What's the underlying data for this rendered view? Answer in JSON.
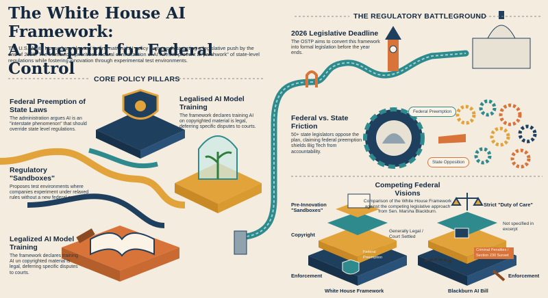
{
  "title_line1": "The White House AI Framework:",
  "title_line2": "A Blueprint for Federal Control",
  "intro": "The U.S. White House has released its first national AI policy framework, targeting a legislative push by the end of 2026. The framework prioritizes federal centralization of AI rules to prevent a \"patchwork\" of state-level regulations while fostering innovation through experimental test environments.",
  "core_header": "CORE POLICY PILLARS",
  "battleground_header": "THE REGULATORY BATTLEGROUND",
  "pillars": {
    "preemption": {
      "title": "Federal Preemption of State Laws",
      "body": "The administration argues AI is an \"interstate phenomenon\" that should override state level regulations."
    },
    "training_top": {
      "title": "Legalised AI Model Training",
      "body": "The framework declares training AI on copyrighted material is legal, deferring specific disputes to courts."
    },
    "sandboxes": {
      "title": "Regulatory \"Sandboxes\"",
      "body": "Proposes test environments where companies experiment under relaxed rules without a new federal agency."
    },
    "training_bottom": {
      "title": "Legalized AI Model Training",
      "body": "The framework declares training AI un copyrighted material is legal, deferring specific disputes to courts."
    }
  },
  "deadline": {
    "title": "2026 Legislative Deadline",
    "body": "The OSTP aims to convert this framework into formal legislation before the year ends."
  },
  "friction": {
    "title": "Federal vs. State Friction",
    "body": "50+ state legislators oppose the plan, claiming federal preemption shields Big Tech from accountability.",
    "tag_federal": "Federal Preemption",
    "tag_state": "State Opposition"
  },
  "visions": {
    "title": "Competing Federal Visions",
    "desc": "Comparison of the White House Framework against the competing legislative approach from Sen. Marsha Blackburn.",
    "left_label_top": "Pre-Innovation \"Sandboxes\"",
    "left_label_copyright": "Copyright",
    "left_label_enforcement": "Enforcement",
    "mid_label": "Generally Legal / Court Settled",
    "shield_text": "Federal Preemption",
    "right_label_top": "Strict \"Duty of Care\"",
    "right_label_mid": "Not specified in excerpt",
    "right_label_enforcement": "Enforcement",
    "ribbon_text": "Criminal Penalties / Section 230 Sunset",
    "left_name": "White House Framework",
    "right_name": "Blackburn AI Bill"
  },
  "colors": {
    "teal": "#2f8a8d",
    "navy": "#1f3f5e",
    "gold": "#e2a43a",
    "orange": "#d8743a",
    "cream": "#f3ecdf"
  }
}
